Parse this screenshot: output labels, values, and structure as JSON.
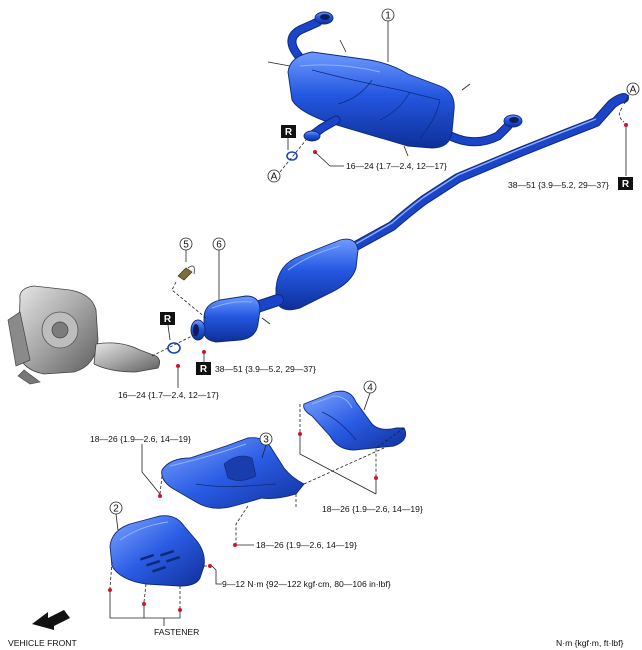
{
  "parts": {
    "p1": "1",
    "p2": "2",
    "p3": "3",
    "p4": "4",
    "p5": "5",
    "p6": "6"
  },
  "markers": {
    "a": "A",
    "r": "R"
  },
  "torque": {
    "rear_flange": "16—24 {1.7—2.4, 12—17}",
    "rear_hanger": "38—51 {3.9—5.2, 29—37}",
    "front_nut": "38—51 {3.9—5.2, 29—37}",
    "front_flange": "16—24 {1.7—2.4, 12—17}",
    "cover3_left": "18—26 {1.9—2.6, 14—19}",
    "cover34_right": "18—26 {1.9—2.6, 14—19}",
    "cover3_bottom": "18—26 {1.9—2.6, 14—19}",
    "cover2": "9—12 N·m {92—122 kgf·cm, 80—106 in·lbf}"
  },
  "labels": {
    "fastener": "FASTENER",
    "vehicle_front": "VEHICLE FRONT",
    "units": "N·m {kgf·m, ft·lbf}"
  },
  "colors": {
    "part_blue": "#1f4fd6",
    "part_blue_dark": "#0d2a7a",
    "bolt_red": "#d0142c",
    "engine_gray": "#9a9a9a"
  },
  "icons": {
    "vehicle_front": "arrow-icon"
  }
}
